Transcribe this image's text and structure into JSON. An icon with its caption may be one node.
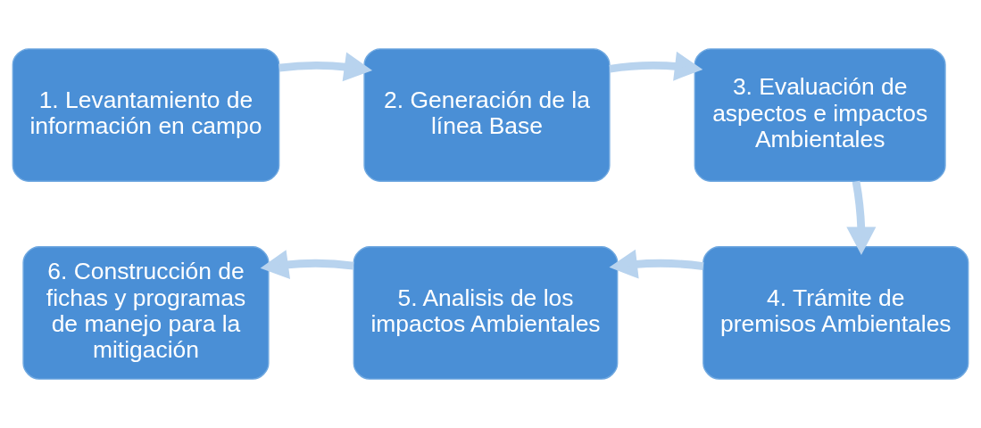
{
  "diagram": {
    "nodes": [
      {
        "text": [
          "1. Levantamiento de información en campo"
        ]
      },
      {
        "text": [
          "2. Generación de la línea Base"
        ]
      },
      {
        "text": [
          "3. Evaluación de aspectos e impactos Ambientales"
        ]
      },
      {
        "text": [
          "4. Trámite de premisos Ambientales"
        ]
      },
      {
        "text": [
          "5. Analisis de los impactos Ambientales"
        ]
      },
      {
        "text": [
          "6. Construcción de fichas y programas de manejo para la mitigación"
        ]
      }
    ],
    "edges": [
      {
        "from": 0,
        "to": 1,
        "arrow": "to"
      },
      {
        "from": 1,
        "to": 2,
        "arrow": "to"
      },
      {
        "from": 2,
        "to": 3,
        "arrow": "to"
      },
      {
        "from": 3,
        "to": 4,
        "arrow": "to"
      },
      {
        "from": 4,
        "to": 5,
        "arrow": "to"
      }
    ]
  }
}
